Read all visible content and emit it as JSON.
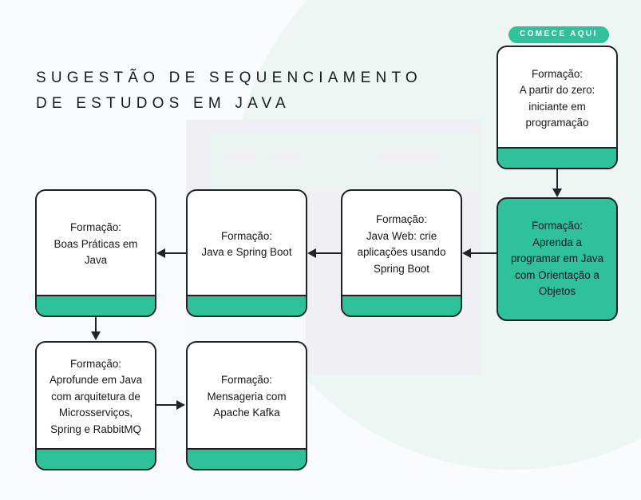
{
  "page": {
    "title": "SUGESTÃO DE SEQUENCIAMENTO\nDE ESTUDOS EM JAVA",
    "badge": "COMECE AQUI",
    "colors": {
      "accent": "#2ec19a",
      "outline": "#1f2328",
      "background": "#fafbfc",
      "circle": "#eaf5f1",
      "panel": "#f0eff3",
      "text": "#15181c",
      "badge_text": "#ffffff"
    }
  },
  "nodes": [
    {
      "id": "zero",
      "label": "Formação:\nA partir do zero:\niniciante em\nprogramação",
      "style": "white-with-footer"
    },
    {
      "id": "oo",
      "label": "Formação:\nAprenda a\nprogramar em Java\ncom Orientação a\nObjetos",
      "style": "filled"
    },
    {
      "id": "javaweb",
      "label": "Formação:\nJava Web: crie\naplicações usando\nSpring Boot",
      "style": "white-with-footer"
    },
    {
      "id": "springboot",
      "label": "Formação:\nJava e Spring Boot",
      "style": "white-with-footer"
    },
    {
      "id": "boaspraticas",
      "label": "Formação:\nBoas Práticas em\nJava",
      "style": "white-with-footer"
    },
    {
      "id": "microsservicos",
      "label": "Formação:\nAprofunde em Java\ncom arquitetura de\nMicrosserviços,\nSpring e RabbitMQ",
      "style": "white-with-footer"
    },
    {
      "id": "kafka",
      "label": "Formação:\nMensageria com\nApache Kafka",
      "style": "white-with-footer"
    }
  ],
  "edges": [
    {
      "from": "zero",
      "to": "oo",
      "direction": "down"
    },
    {
      "from": "oo",
      "to": "javaweb",
      "direction": "left"
    },
    {
      "from": "javaweb",
      "to": "springboot",
      "direction": "left"
    },
    {
      "from": "springboot",
      "to": "boaspraticas",
      "direction": "left"
    },
    {
      "from": "boaspraticas",
      "to": "microsservicos",
      "direction": "down"
    },
    {
      "from": "microsservicos",
      "to": "kafka",
      "direction": "right"
    }
  ]
}
